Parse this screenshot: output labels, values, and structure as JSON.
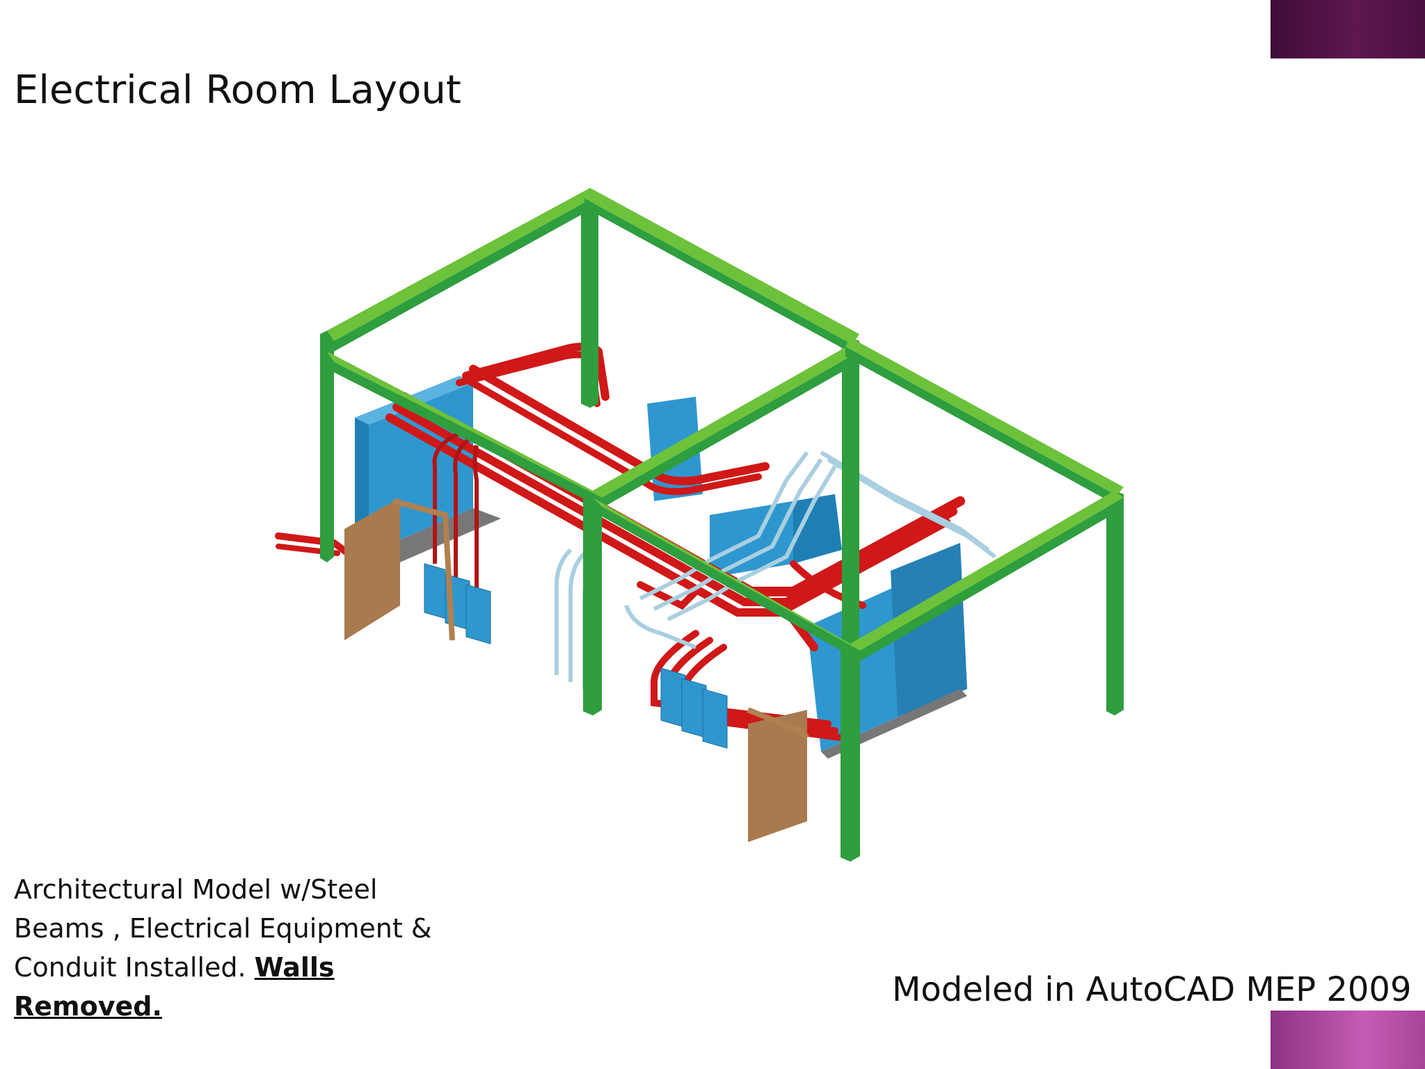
{
  "slide": {
    "title": "Electrical Room Layout",
    "caption": {
      "text": "Architectural Model w/Steel Beams , Electrical Equipment & Conduit Installed.",
      "emphasis": "Walls Removed."
    },
    "credit": "Modeled in AutoCAD MEP 2009"
  },
  "illustration": {
    "subject": "isometric 3D model of an electrical room",
    "colors": {
      "steel_beams": "#2e9e3e",
      "beam_tops": "#6cc23a",
      "equipment": "#2f97cf",
      "red_conduit": "#d01818",
      "light_conduit": "#a9cfe0",
      "doors": "#a87a4e",
      "accent_top": "#4a1040",
      "accent_bottom": "#b24ea3"
    }
  }
}
